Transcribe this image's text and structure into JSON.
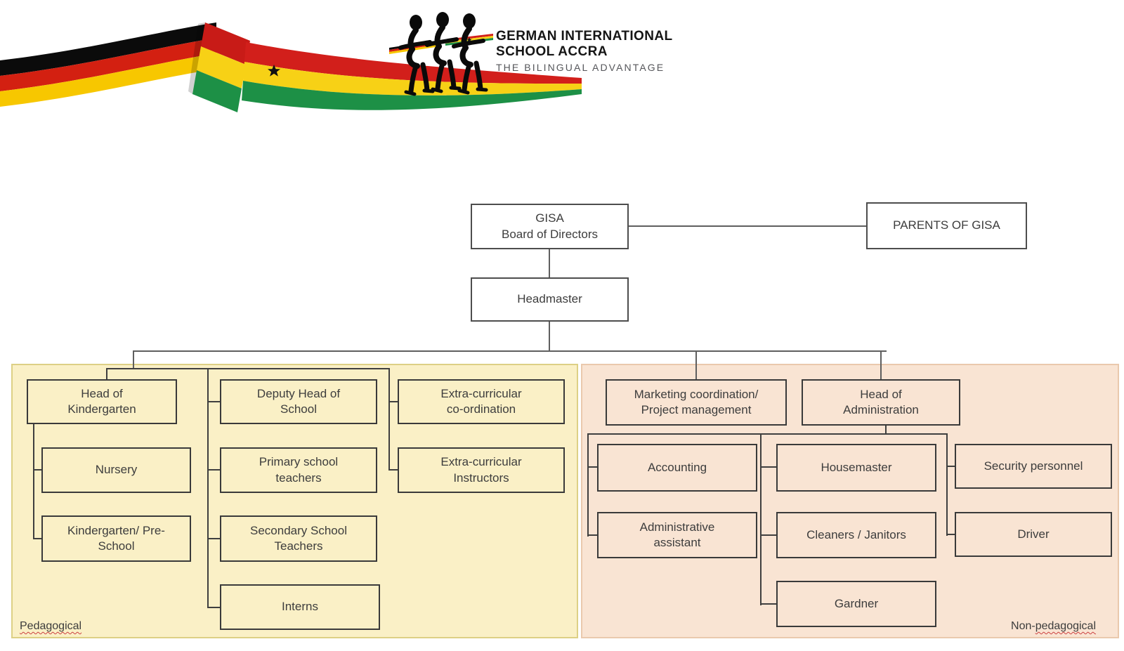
{
  "logo": {
    "title_line1": "GERMAN INTERNATIONAL",
    "title_line2": "SCHOOL ACCRA",
    "tagline": "THE BILINGUAL ADVANTAGE",
    "flag_icon": "german-ghana-ribbon-flag",
    "figures_icon": "three-children-ink-figures"
  },
  "palette": {
    "pedagogical_fill": "#faf0c6",
    "pedagogical_border": "#ddd085",
    "non_pedagogical_fill": "#f9e4d3",
    "non_pedagogical_border": "#eac9ad",
    "box_border": "#3a3a3a",
    "connector": "#5f5f5f",
    "german_flag": [
      "#0b0b0b",
      "#d32011",
      "#f7c700"
    ],
    "ghana_flag": [
      "#d21f1b",
      "#f7d116",
      "#1d9046"
    ],
    "spellcheck_underline": "#cc4040"
  },
  "org": {
    "nodes": {
      "board": {
        "label": "GISA\nBoard of Directors"
      },
      "parents": {
        "label": "PARENTS OF GISA"
      },
      "headmaster": {
        "label": "Headmaster"
      },
      "head_kindergarten": {
        "label": "Head of\nKindergarten"
      },
      "deputy_head": {
        "label": "Deputy Head of\nSchool"
      },
      "extra_coordination": {
        "label": "Extra-curricular\nco-ordination"
      },
      "nursery": {
        "label": "Nursery"
      },
      "primary_teachers": {
        "label": "Primary school\nteachers"
      },
      "extra_instructors": {
        "label": "Extra-curricular\nInstructors"
      },
      "kindergarten_preschool": {
        "label": "Kindergarten/ Pre-\nSchool"
      },
      "secondary_teachers": {
        "label": "Secondary School\nTeachers"
      },
      "interns": {
        "label": "Interns"
      },
      "marketing": {
        "label": "Marketing coordination/\nProject management"
      },
      "head_administration": {
        "label": "Head of\nAdministration"
      },
      "accounting": {
        "label": "Accounting"
      },
      "admin_assistant": {
        "label": "Administrative\nassistant"
      },
      "housemaster": {
        "label": "Housemaster"
      },
      "cleaners": {
        "label": "Cleaners / Janitors"
      },
      "gardner": {
        "label": "Gardner"
      },
      "security": {
        "label": "Security personnel"
      },
      "driver": {
        "label": "Driver"
      }
    },
    "regions": {
      "pedagogical": {
        "prefix": "",
        "underlined": "Pedagogical"
      },
      "non_pedagogical": {
        "prefix": "Non-",
        "underlined": "pedagogical"
      }
    }
  }
}
